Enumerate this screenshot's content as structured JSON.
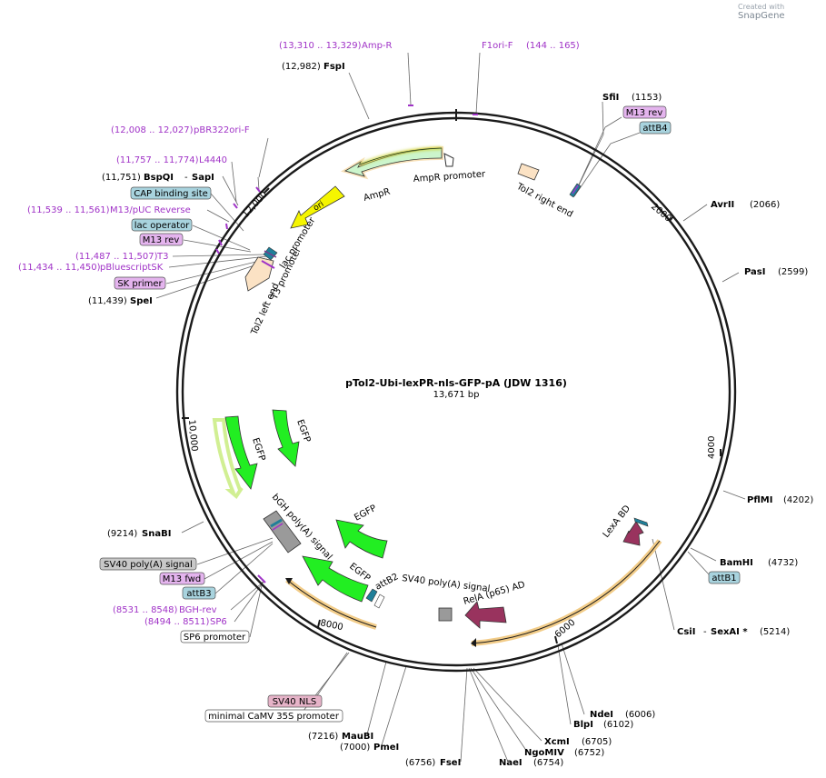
{
  "credit": {
    "prefix": "Created with",
    "brand": "SnapGene"
  },
  "plasmid": {
    "name": "pTol2-Ubi-lexPR-nls-GFP-pA (JDW 1316)",
    "size": "13,671 bp"
  },
  "ticks": [
    "2000",
    "4000",
    "6000",
    "8000",
    "10,000",
    "12,000"
  ],
  "features": [
    {
      "id": "ampr",
      "label": "AmpR"
    },
    {
      "id": "ampr-promoter",
      "label": "AmpR promoter"
    },
    {
      "id": "ori",
      "label": "ori"
    },
    {
      "id": "lac-promoter",
      "label": "lac promoter"
    },
    {
      "id": "tol2-left",
      "label": "Tol2 left end"
    },
    {
      "id": "t3-promoter",
      "label": "T3 promoter"
    },
    {
      "id": "tol2-right",
      "label": "Tol2 right end"
    },
    {
      "id": "egfp1",
      "label": "EGFP"
    },
    {
      "id": "egfp2",
      "label": "EGFP"
    },
    {
      "id": "egfp3",
      "label": "EGFP"
    },
    {
      "id": "egfp4",
      "label": "EGFP"
    },
    {
      "id": "bgh",
      "label": "bGH poly(A) signal"
    },
    {
      "id": "attb2",
      "label": "attB2"
    },
    {
      "id": "sv40pa",
      "label": "SV40 poly(A) signal"
    },
    {
      "id": "rela",
      "label": "RelA (p65) AD"
    },
    {
      "id": "lexa",
      "label": "LexA BD"
    }
  ],
  "primers": [
    {
      "id": "ampr-primer",
      "range": "(13,310 .. 13,329)",
      "name": "Amp-R"
    },
    {
      "id": "f1ori",
      "range": "(144 .. 165)",
      "name": "F1ori-F"
    },
    {
      "id": "pbr322",
      "range": "(12,008 .. 12,027)",
      "name": "pBR322ori-F"
    },
    {
      "id": "l4440",
      "range": "(11,757 .. 11,774)",
      "name": "L4440"
    },
    {
      "id": "m13puc",
      "range": "(11,539 .. 11,561)",
      "name": "M13/pUC Reverse"
    },
    {
      "id": "t3",
      "range": "(11,487 .. 11,507)",
      "name": "T3"
    },
    {
      "id": "pbluescript",
      "range": "(11,434 .. 11,450)",
      "name": "pBluescriptSK"
    },
    {
      "id": "bgh-rev",
      "range": "(8531 .. 8548)",
      "name": "BGH-rev"
    },
    {
      "id": "sp6",
      "range": "(8494 .. 8511)",
      "name": "SP6"
    }
  ],
  "sites": [
    {
      "id": "fspi",
      "name": "FspI",
      "pos": "(12,982)"
    },
    {
      "id": "bspqi",
      "name": "BspQI",
      "sep": "-",
      "name2": "SapI",
      "pos": "(11,751)"
    },
    {
      "id": "spei",
      "name": "SpeI",
      "pos": "(11,439)"
    },
    {
      "id": "sfii",
      "name": "SfiI",
      "pos": "(1153)"
    },
    {
      "id": "avrii",
      "name": "AvrII",
      "pos": "(2066)"
    },
    {
      "id": "pasi",
      "name": "PasI",
      "pos": "(2599)"
    },
    {
      "id": "pflmi",
      "name": "PflMI",
      "pos": "(4202)"
    },
    {
      "id": "bamhi",
      "name": "BamHI",
      "pos": "(4732)"
    },
    {
      "id": "csii",
      "name": "CsiI",
      "sep": "-",
      "name2": "SexAI *",
      "pos": "(5214)"
    },
    {
      "id": "ndei",
      "name": "NdeI",
      "pos": "(6006)"
    },
    {
      "id": "blpi",
      "name": "BlpI",
      "pos": "(6102)"
    },
    {
      "id": "xcmi",
      "name": "XcmI",
      "pos": "(6705)"
    },
    {
      "id": "ngomiv",
      "name": "NgoMIV",
      "pos": "(6752)"
    },
    {
      "id": "naei",
      "name": "NaeI",
      "pos": "(6754)"
    },
    {
      "id": "fsei",
      "name": "FseI",
      "pos": "(6756)"
    },
    {
      "id": "pmei",
      "name": "PmeI",
      "pos": "(7000)"
    },
    {
      "id": "maubi",
      "name": "MauBI",
      "pos": "(7216)"
    },
    {
      "id": "snabi",
      "name": "SnaBI",
      "pos": "(9214)"
    }
  ],
  "boxes": [
    {
      "id": "m13rev-top",
      "text": "M13 rev",
      "kind": "primer"
    },
    {
      "id": "attb4",
      "text": "attB4",
      "kind": "att"
    },
    {
      "id": "cap",
      "text": "CAP binding site",
      "kind": "att"
    },
    {
      "id": "lacop",
      "text": "lac operator",
      "kind": "att"
    },
    {
      "id": "m13rev-left",
      "text": "M13 rev",
      "kind": "primer"
    },
    {
      "id": "skprimer",
      "text": "SK primer",
      "kind": "primer"
    },
    {
      "id": "attb1",
      "text": "attB1",
      "kind": "att"
    },
    {
      "id": "sv40polya",
      "text": "SV40 poly(A) signal",
      "kind": "gray"
    },
    {
      "id": "m13fwd",
      "text": "M13 fwd",
      "kind": "primer"
    },
    {
      "id": "attb3",
      "text": "attB3",
      "kind": "att"
    },
    {
      "id": "sp6promoter",
      "text": "SP6 promoter",
      "kind": "white"
    },
    {
      "id": "sv40nls",
      "text": "SV40 NLS",
      "kind": "nls"
    },
    {
      "id": "camv35s",
      "text": "minimal CaMV 35S promoter",
      "kind": "white"
    }
  ],
  "colors": {
    "backbone": "#1a1a1a",
    "primer_text": "#a033c7",
    "site_text": "#000000",
    "egfp": "#22ee22",
    "ampr": "#ccf5cc",
    "ori": "#f5f500",
    "lexa": "#99335e",
    "tol2": "#fbe2c4",
    "orf_glow": "#f2cc88",
    "att_box": "#a8d3de",
    "primer_box": "#e4b4ee",
    "gray_box": "#c8c8c8",
    "nls_box": "#e6b3c8"
  }
}
